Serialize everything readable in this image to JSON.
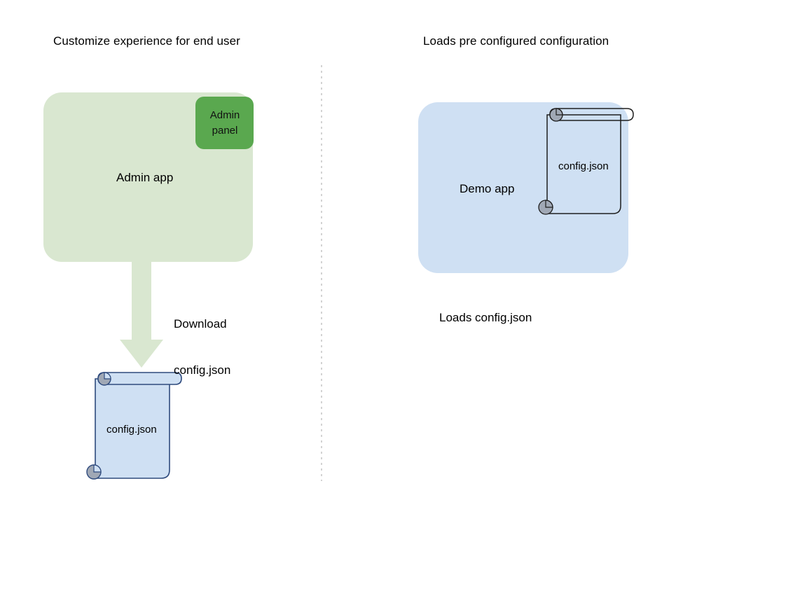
{
  "diagram": {
    "background_color": "#ffffff",
    "sections": [
      {
        "id": "left",
        "title": "Customize experience for end user"
      },
      {
        "id": "right",
        "title": "Loads pre configured configuration"
      }
    ],
    "divider": {
      "name": "vertical-dotted-divider",
      "style": "dotted",
      "color": "#bdbdbd"
    },
    "left_section": {
      "app_box": {
        "label": "Admin app",
        "fill": "#d9e7d0",
        "stroke": "none"
      },
      "admin_panel": {
        "label_line1": "Admin",
        "label_line2": "panel",
        "fill": "#5aa84f",
        "stroke": "none"
      },
      "arrow": {
        "label_line1": "Download",
        "label_line2": "config.json",
        "fill": "#d9e7d0",
        "direction": "down"
      },
      "document": {
        "label": "config.json",
        "fill": "#cfe0f3",
        "stroke": "#2e4a7d",
        "curl_fill": "#a0a8b5"
      }
    },
    "right_section": {
      "app_box": {
        "label": "Demo app",
        "fill": "#cfe0f3",
        "stroke": "none"
      },
      "document": {
        "label": "config.json",
        "fill": "none",
        "stroke": "#1f1f1f",
        "curl_fill": "#a0a8b5"
      },
      "caption": "Loads config.json"
    }
  }
}
